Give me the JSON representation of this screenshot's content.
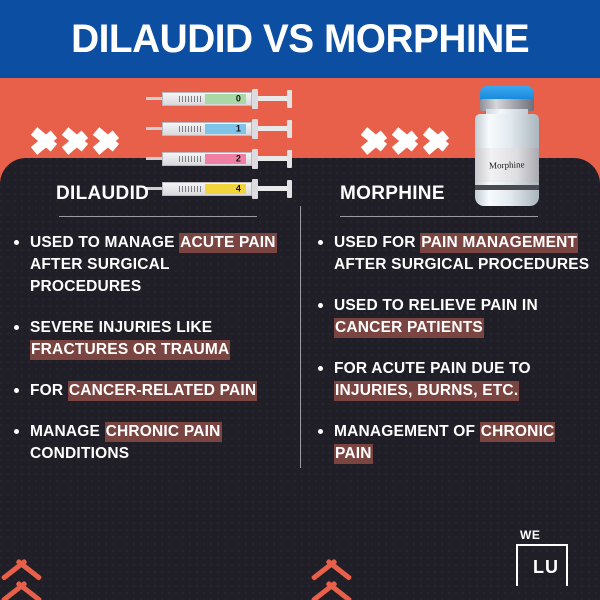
{
  "colors": {
    "header_blue": "#0b4ea2",
    "accent_orange": "#e8604a",
    "panel_dark": "#201f27",
    "highlight_brick": "#7a4440",
    "text_white": "#ffffff"
  },
  "header": {
    "title": "DILAUDID VS MORPHINE"
  },
  "columns": [
    {
      "id": "dilaudid",
      "title": "DILAUDID",
      "product_image": "syringes-image",
      "arrows_icon": "triple-chevron-right-icon",
      "bullets": [
        [
          {
            "text": "USED TO MANAGE ",
            "highlight": false
          },
          {
            "text": "ACUTE PAIN",
            "highlight": true
          },
          {
            "text": " AFTER SURGICAL PROCEDURES",
            "highlight": false
          }
        ],
        [
          {
            "text": "SEVERE INJURIES LIKE ",
            "highlight": false
          },
          {
            "text": "FRACTURES OR TRAUMA",
            "highlight": true
          }
        ],
        [
          {
            "text": "FOR ",
            "highlight": false
          },
          {
            "text": "CANCER-RELATED PAIN",
            "highlight": true
          }
        ],
        [
          {
            "text": "MANAGE ",
            "highlight": false
          },
          {
            "text": "CHRONIC PAIN",
            "highlight": true
          },
          {
            "text": " CONDITIONS",
            "highlight": false
          }
        ]
      ]
    },
    {
      "id": "morphine",
      "title": "MORPHINE",
      "product_image": "morphine-vial-image",
      "arrows_icon": "triple-chevron-right-icon",
      "bullets": [
        [
          {
            "text": "USED FOR ",
            "highlight": false
          },
          {
            "text": "PAIN MANAGEMENT",
            "highlight": true
          },
          {
            "text": " AFTER SURGICAL PROCEDURES",
            "highlight": false
          }
        ],
        [
          {
            "text": "USED TO RELIEVE PAIN IN ",
            "highlight": false
          },
          {
            "text": "CANCER PATIENTS",
            "highlight": true
          }
        ],
        [
          {
            "text": "FOR ACUTE PAIN DUE TO ",
            "highlight": false
          },
          {
            "text": "INJURIES, BURNS, ETC.",
            "highlight": true
          }
        ],
        [
          {
            "text": "MANAGEMENT OF ",
            "highlight": false
          },
          {
            "text": "CHRONIC PAIN",
            "highlight": true
          }
        ]
      ]
    }
  ],
  "syringes": [
    {
      "label_color": "#a9d8a6",
      "dose": "0"
    },
    {
      "label_color": "#7fc4e8",
      "dose": "1"
    },
    {
      "label_color": "#ef7fa4",
      "dose": "2"
    },
    {
      "label_color": "#f2d53c",
      "dose": "4"
    }
  ],
  "vial": {
    "label": "Morphine",
    "cap_color": "#1183d8"
  },
  "logo": {
    "line1": "WE",
    "line2": "LU"
  }
}
